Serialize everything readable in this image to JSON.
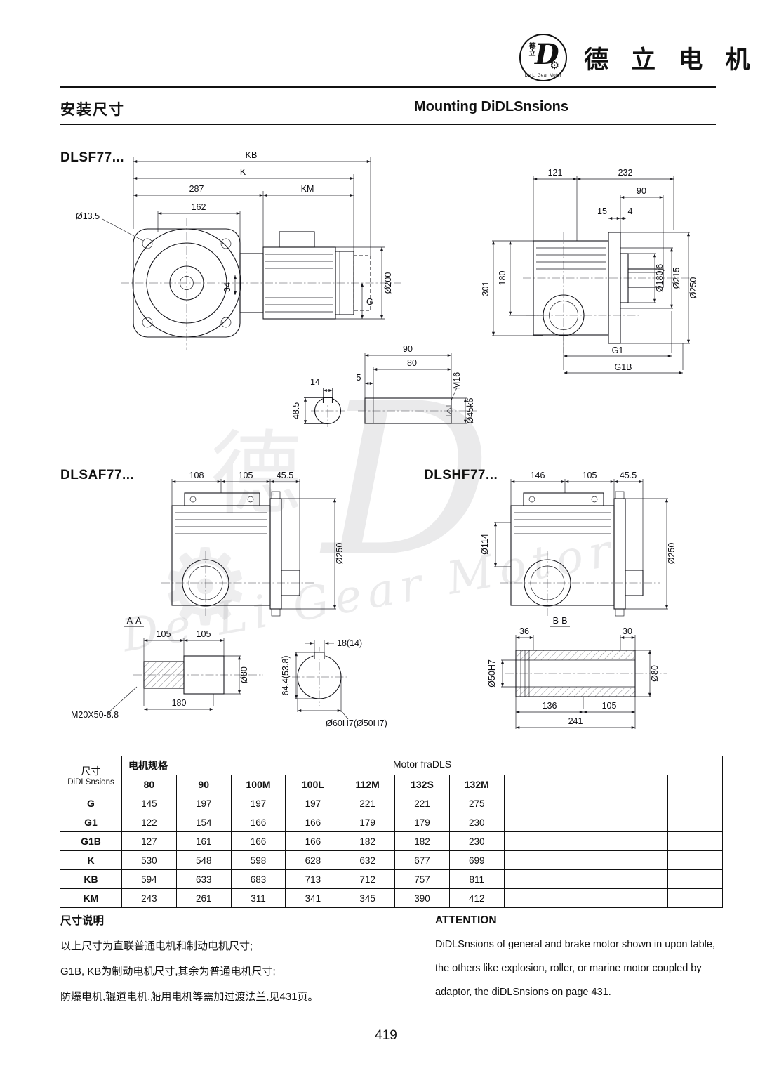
{
  "header": {
    "brand_zh": "德 立 电 机",
    "logo_letter": "D",
    "logo_chars": "德立",
    "logo_sub": "De Li Gear Motor",
    "gear_glyph": "⚙",
    "title_zh": "安装尺寸",
    "title_en": "Mounting DiDLSnsions"
  },
  "sections": {
    "dlsf": "DLSF77...",
    "dlsaf": "DLSAF77...",
    "dlshf": "DLSHF77...",
    "aa": "A-A",
    "bb": "B-B"
  },
  "dims": {
    "dlsf_front": {
      "kb": "KB",
      "k": "K",
      "l287": "287",
      "km": "KM",
      "dia13_5": "Ø13.5",
      "l162": "162",
      "l34": "34",
      "g": "G",
      "dia200": "Ø200"
    },
    "dlsf_side": {
      "l121": "121",
      "l232": "232",
      "l90": "90",
      "l15": "15",
      "l4": "4",
      "l301": "301",
      "l180": "180",
      "dia180j6": "Ø180j6",
      "dia215": "Ø215",
      "dia250": "Ø250",
      "g1": "G1",
      "g1b": "G1B"
    },
    "shaft": {
      "l90": "90",
      "l80": "80",
      "l5": "5",
      "l14": "14",
      "l48_5": "48.5",
      "m16": "M16",
      "dia45k6": "Ø45k6"
    },
    "dlsaf": {
      "l108": "108",
      "l105": "105",
      "l45_5": "45.5",
      "dia250": "Ø250"
    },
    "dlshf": {
      "l146": "146",
      "l105": "105",
      "l45_5": "45.5",
      "dia114": "Ø114",
      "dia250": "Ø250"
    },
    "aa": {
      "l105a": "105",
      "l105b": "105",
      "dia80": "Ø80",
      "thread": "M20X50-8.8",
      "l180": "180"
    },
    "mid": {
      "l18": "18(14)",
      "l64": "64.4(53.8)",
      "bore": "Ø60H7(Ø50H7)"
    },
    "bb": {
      "l36": "36",
      "l30": "30",
      "dia80": "Ø80",
      "dia50": "Ø50H7",
      "l136": "136",
      "l105": "105",
      "l241": "241"
    }
  },
  "table": {
    "corner_line1": "尺寸",
    "corner_line2": "DiDLSnsions",
    "spec_zh": "电机规格",
    "motor_en": "Motor fraDLS",
    "columns": [
      "80",
      "90",
      "100M",
      "100L",
      "112M",
      "132S",
      "132M",
      "",
      "",
      "",
      ""
    ],
    "rows": [
      {
        "label": "G",
        "values": [
          "145",
          "197",
          "197",
          "197",
          "221",
          "221",
          "275",
          "",
          "",
          "",
          ""
        ]
      },
      {
        "label": "G1",
        "values": [
          "122",
          "154",
          "166",
          "166",
          "179",
          "179",
          "230",
          "",
          "",
          "",
          ""
        ]
      },
      {
        "label": "G1B",
        "values": [
          "127",
          "161",
          "166",
          "166",
          "182",
          "182",
          "230",
          "",
          "",
          "",
          ""
        ]
      },
      {
        "label": "K",
        "values": [
          "530",
          "548",
          "598",
          "628",
          "632",
          "677",
          "699",
          "",
          "",
          "",
          ""
        ]
      },
      {
        "label": "KB",
        "values": [
          "594",
          "633",
          "683",
          "713",
          "712",
          "757",
          "811",
          "",
          "",
          "",
          ""
        ]
      },
      {
        "label": "KM",
        "values": [
          "243",
          "261",
          "311",
          "341",
          "345",
          "390",
          "412",
          "",
          "",
          "",
          ""
        ]
      }
    ]
  },
  "notes": {
    "zh_title": "尺寸说明",
    "zh_lines": [
      "以上尺寸为直联普通电机和制动电机尺寸;",
      "G1B, KB为制动电机尺寸,其余为普通电机尺寸;",
      "防爆电机,辊道电机,船用电机等需加过渡法兰,见431页。"
    ],
    "en_title": "ATTENTION",
    "en_lines": [
      "DiDLSnsions of general and brake motor shown in upon table,",
      "the others like explosion, roller, or marine motor coupled by",
      "adaptor, the diDLSnsions on page 431."
    ]
  },
  "footer": {
    "page_number": "419"
  },
  "watermark": {
    "letter": "D",
    "zh": "德",
    "gear": "⚙",
    "text": "De Li Gear Motor"
  }
}
